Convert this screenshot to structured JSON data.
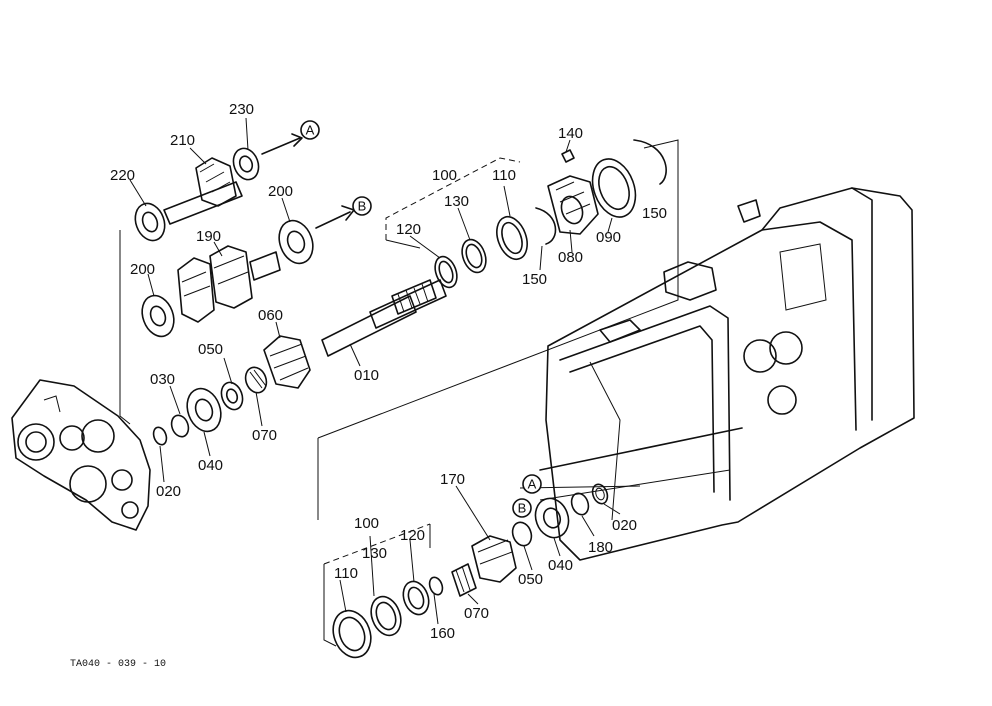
{
  "figure_code": "TA040 - 039 - 10",
  "part_labels": [
    {
      "id": "p230",
      "text": "230"
    },
    {
      "id": "p210",
      "text": "210"
    },
    {
      "id": "p220",
      "text": "220"
    },
    {
      "id": "p200a",
      "text": "200"
    },
    {
      "id": "p190",
      "text": "190"
    },
    {
      "id": "p200b",
      "text": "200"
    },
    {
      "id": "p060",
      "text": "060"
    },
    {
      "id": "p050a",
      "text": "050"
    },
    {
      "id": "p030",
      "text": "030"
    },
    {
      "id": "p010",
      "text": "010"
    },
    {
      "id": "p070a",
      "text": "070"
    },
    {
      "id": "p040a",
      "text": "040"
    },
    {
      "id": "p020a",
      "text": "020"
    },
    {
      "id": "p100a",
      "text": "100"
    },
    {
      "id": "p110a",
      "text": "110"
    },
    {
      "id": "p130a",
      "text": "130"
    },
    {
      "id": "p120a",
      "text": "120"
    },
    {
      "id": "p140",
      "text": "140"
    },
    {
      "id": "p150a",
      "text": "150"
    },
    {
      "id": "p150b",
      "text": "150"
    },
    {
      "id": "p090",
      "text": "090"
    },
    {
      "id": "p080",
      "text": "080"
    },
    {
      "id": "p170",
      "text": "170"
    },
    {
      "id": "p100b",
      "text": "100"
    },
    {
      "id": "p130b",
      "text": "130"
    },
    {
      "id": "p120b",
      "text": "120"
    },
    {
      "id": "p110b",
      "text": "110"
    },
    {
      "id": "p160",
      "text": "160"
    },
    {
      "id": "p070b",
      "text": "070"
    },
    {
      "id": "p050b",
      "text": "050"
    },
    {
      "id": "p040b",
      "text": "040"
    },
    {
      "id": "p180",
      "text": "180"
    },
    {
      "id": "p020b",
      "text": "020"
    }
  ],
  "callouts": {
    "a_top": "A",
    "b_top": "B",
    "a_bottom": "A",
    "b_bottom": "B"
  }
}
